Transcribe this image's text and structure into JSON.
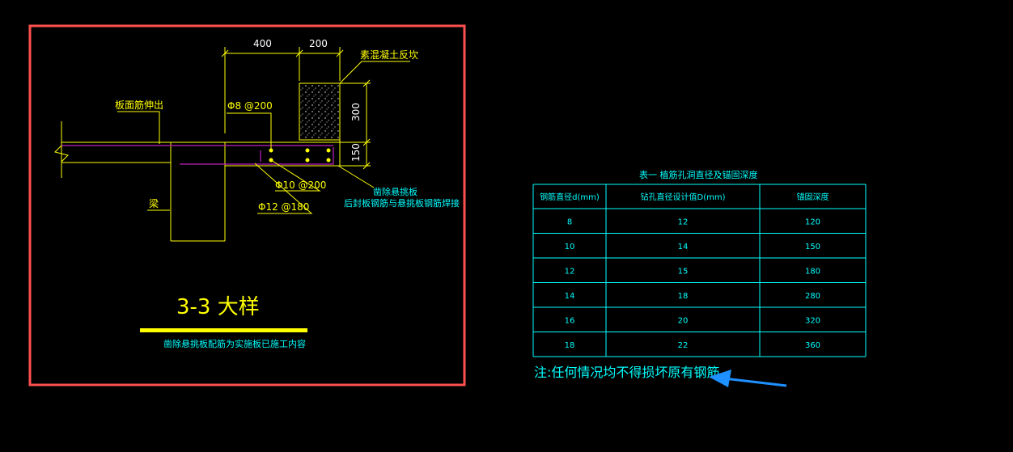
{
  "detail": {
    "dim_400": "400",
    "dim_200": "200",
    "dim_300": "300",
    "dim_150": "150",
    "label_concrete_curb": "素混凝土反坎",
    "label_slab_rebar": "板面筋伸出",
    "label_rebar_top": "Φ8 @200",
    "label_rebar_mid": "Φ10 @200",
    "label_rebar_bot": "Φ12 @180",
    "label_remove_line1": "凿除悬挑板",
    "label_remove_line2": "后封板钢筋与悬挑板钢筋焊接",
    "label_beam": "梁",
    "title": "3-3  大样",
    "note": "凿除悬挑板配筋为实施板已施工内容",
    "colors": {
      "frame": "#ff4d4d",
      "yellow": "#ffff00",
      "cyan": "#00ffff",
      "magenta": "#c020c0",
      "white": "#ffffff",
      "title_bar": "#ffff00"
    }
  },
  "table": {
    "caption": "表一  植筋孔洞直径及锚固深度",
    "headers": [
      "钢筋直径d(mm)",
      "钻孔直径设计值D(mm)",
      "锚固深度"
    ],
    "rows": [
      [
        "8",
        "12",
        "120"
      ],
      [
        "10",
        "14",
        "150"
      ],
      [
        "12",
        "15",
        "180"
      ],
      [
        "14",
        "18",
        "280"
      ],
      [
        "16",
        "20",
        "320"
      ],
      [
        "18",
        "22",
        "360"
      ]
    ],
    "note": "注:任何情况均不得损坏原有钢筋。",
    "colors": {
      "line": "#00ffff",
      "text": "#00ffff",
      "arrow": "#1e90ff"
    }
  }
}
